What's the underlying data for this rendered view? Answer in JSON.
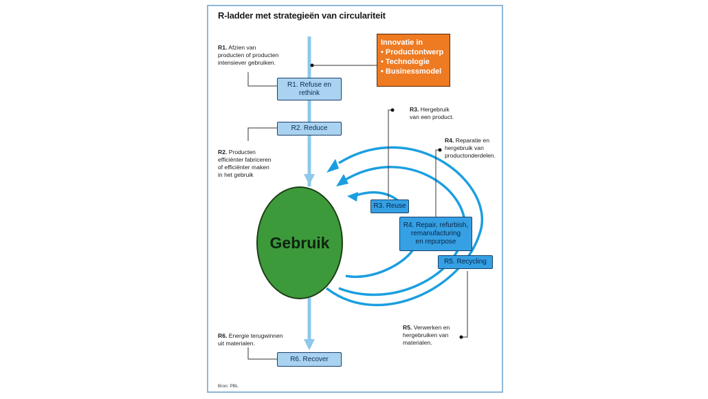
{
  "title": "R-ladder met strategieën van circulariteit",
  "source": "Bron: PBL",
  "center": "Gebruik",
  "innovation": {
    "heading": "Innovatie in",
    "items": [
      "• Productontwerp",
      "• Technologie",
      "• Businessmodel"
    ]
  },
  "boxes": {
    "r1": [
      "R1. Refuse en",
      "rethink"
    ],
    "r2": "R2. Reduce",
    "r3": "R3. Reuse",
    "r4": [
      "R4. Repair, refurbish,",
      "remanufacturing",
      "en repurpose"
    ],
    "r5": "R5. Recycling",
    "r6": "R6. Recover"
  },
  "notes": {
    "r1": {
      "label": "R1.",
      "lines": [
        " Afzien van",
        "producten of producten",
        "intensiever gebruiken."
      ]
    },
    "r2": {
      "label": "R2.",
      "lines": [
        " Producten",
        "efficiënter fabriceren",
        "of efficiënter maken",
        "in het gebruik"
      ]
    },
    "r3": {
      "label": "R3.",
      "lines": [
        " Hergebruik",
        "van een product."
      ]
    },
    "r4": {
      "label": "R4.",
      "lines": [
        " Reparatie en",
        "hergebruik van",
        "productonderdelen."
      ]
    },
    "r5": {
      "label": "R5.",
      "lines": [
        " Verwerken en",
        "hergebruiken van",
        "materialen."
      ]
    },
    "r6": {
      "label": "R6.",
      "lines": [
        " Energie terugwinnen",
        "uit materialen."
      ]
    }
  },
  "colors": {
    "flow": "#8ec8ea",
    "loop": "#1b9ee0",
    "circle": "#3d9a3b",
    "innovation": "#ee7a22",
    "box_light": "#a9d3f0",
    "box_mid": "#35a0e3"
  }
}
